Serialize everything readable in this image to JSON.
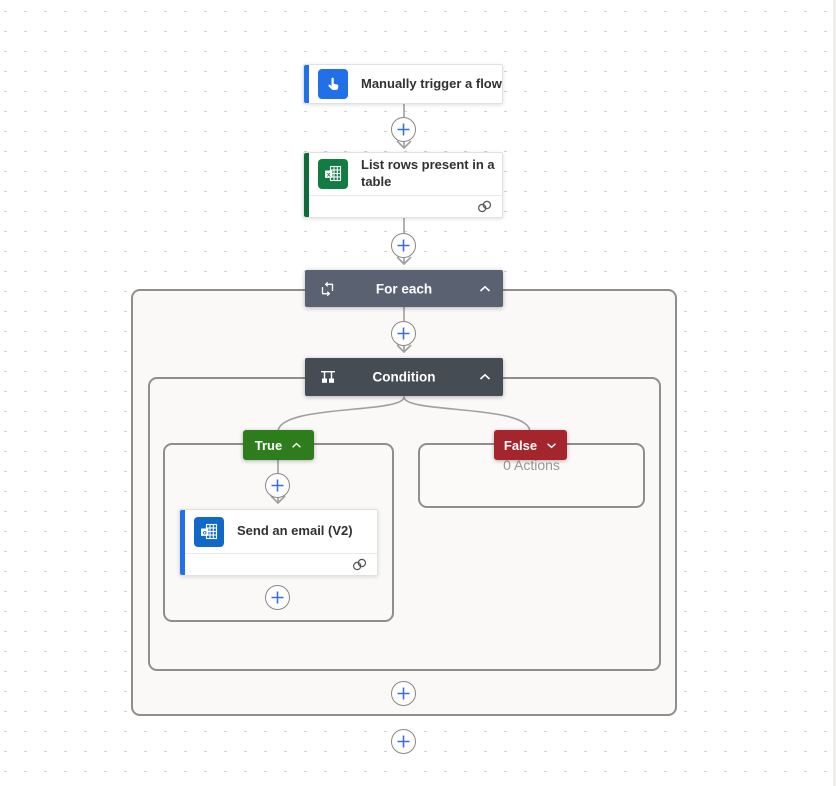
{
  "flow": {
    "trigger": {
      "title": "Manually trigger a flow"
    },
    "list_rows": {
      "title": "List rows present in a table"
    },
    "for_each": {
      "label": "For each"
    },
    "condition": {
      "label": "Condition"
    },
    "true_branch": {
      "label": "True"
    },
    "false_branch": {
      "label": "False",
      "empty_text": "0 Actions"
    },
    "send_email": {
      "title": "Send an email (V2)"
    }
  },
  "icons": {
    "trigger": "hand-tap-icon",
    "list_rows": "excel-icon",
    "send_email": "outlook-icon",
    "for_each": "loop-icon",
    "condition": "balance-icon",
    "connection": "linked-rings-icon",
    "insert_step": "plus-icon",
    "collapse": "chevron-up-icon",
    "expand": "chevron-down-icon"
  },
  "colors": {
    "trigger_icon_bg": "#2170e8",
    "trigger_accent": "#2170e8",
    "excel_icon_bg": "#117d43",
    "excel_accent": "#0c6b38",
    "outlook_icon_bg": "#1068c9",
    "email_accent": "#2170e8",
    "for_each_header": "#5a6272",
    "condition_header": "#454c54",
    "true_badge": "#2e7d1c",
    "false_badge": "#a4262c",
    "scope_border": "#908e8c",
    "scope_background": "#faf9f8",
    "connector_line": "#a19f9d",
    "plus_glyph": "#3b6fd4",
    "card_title_text": "#323130",
    "muted_text": "#9a9896"
  }
}
